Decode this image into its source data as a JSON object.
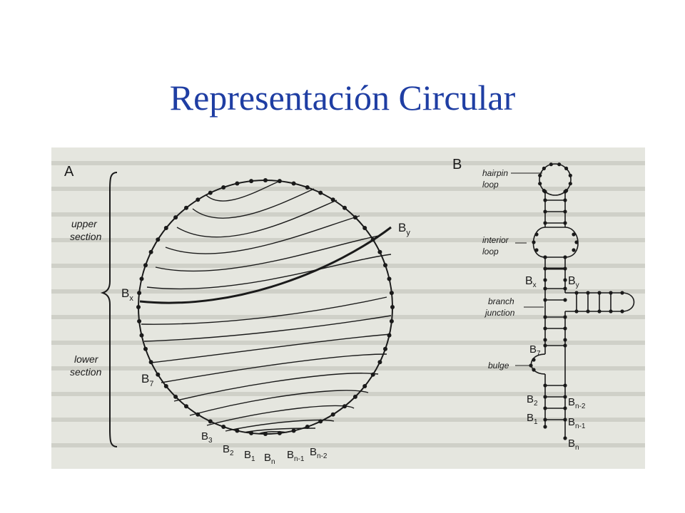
{
  "title": "Representación Circular",
  "panels": {
    "a": {
      "label": "A",
      "brace_upper": "upper section",
      "brace_upper_l1": "upper",
      "brace_upper_l2": "section",
      "brace_lower_l1": "lower",
      "brace_lower_l2": "section",
      "bases": {
        "bx": "B",
        "bx_sub": "x",
        "by": "B",
        "by_sub": "y",
        "b7": "B",
        "b7_sub": "7",
        "b3": "B",
        "b3_sub": "3",
        "b2": "B",
        "b2_sub": "2",
        "b1": "B",
        "b1_sub": "1",
        "bn": "B",
        "bn_sub": "n",
        "bn1": "B",
        "bn1_sub": "n-1",
        "bn2": "B",
        "bn2_sub": "n-2"
      }
    },
    "b": {
      "label": "B",
      "hairpin_l1": "hairpin",
      "hairpin_l2": "loop",
      "interior_l1": "interior",
      "interior_l2": "loop",
      "branch_l1": "branch",
      "branch_l2": "junction",
      "bulge": "bulge",
      "bases": {
        "bx": "B",
        "bx_sub": "x",
        "by": "B",
        "by_sub": "y",
        "b7": "B",
        "b7_sub": "7",
        "b2": "B",
        "b2_sub": "2",
        "b1": "B",
        "b1_sub": "1",
        "bn2": "B",
        "bn2_sub": "n-2",
        "bn1": "B",
        "bn1_sub": "n-1",
        "bn": "B",
        "bn_sub": "n"
      }
    }
  }
}
